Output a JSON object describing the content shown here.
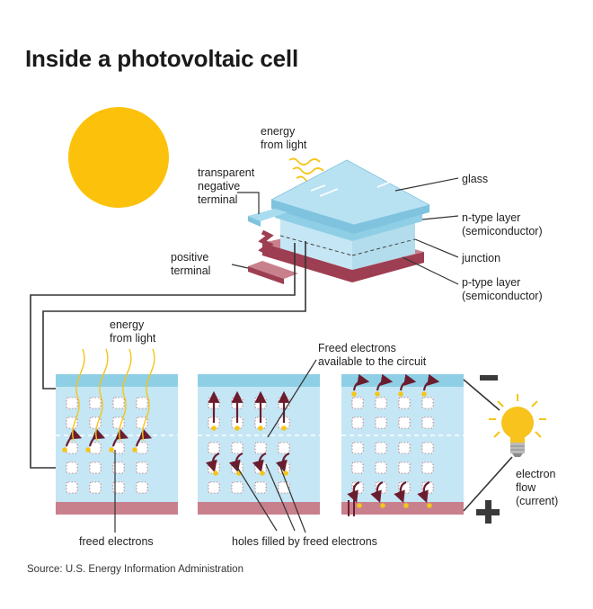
{
  "title": "Inside a photovoltaic cell",
  "source": "Source: U.S. Energy Information Administration",
  "labels": {
    "energy_top_1": "energy",
    "energy_top_2": "from light",
    "transparent_1": "transparent",
    "transparent_2": "negative",
    "transparent_3": "terminal",
    "positive_1": "positive",
    "positive_2": "terminal",
    "glass": "glass",
    "ntype_1": "n-type layer",
    "ntype_2": "(semiconductor)",
    "junction": "junction",
    "ptype_1": "p-type layer",
    "ptype_2": "(semiconductor)",
    "energy_bottom_1": "energy",
    "energy_bottom_2": "from light",
    "freed_avail_1": "Freed electrons",
    "freed_avail_2": "available to the circuit",
    "freed_electrons": "freed electrons",
    "holes_filled": "holes filled by freed electrons",
    "electron_flow_1": "electron",
    "electron_flow_2": "flow",
    "electron_flow_3": "(current)"
  },
  "colors": {
    "sun": "#fcc10a",
    "glass": "#a9dcef",
    "cell": "#c5e6f4",
    "top_layer": "#8ecfe6",
    "p_layer": "#c9808d",
    "p_dark": "#9e3e52",
    "electron": "#f5c518",
    "arrow": "#6b1d2f",
    "wire": "#333333"
  },
  "icons": [
    "sun-icon",
    "light-bulb-icon",
    "minus-sign-icon",
    "plus-sign-icon"
  ]
}
